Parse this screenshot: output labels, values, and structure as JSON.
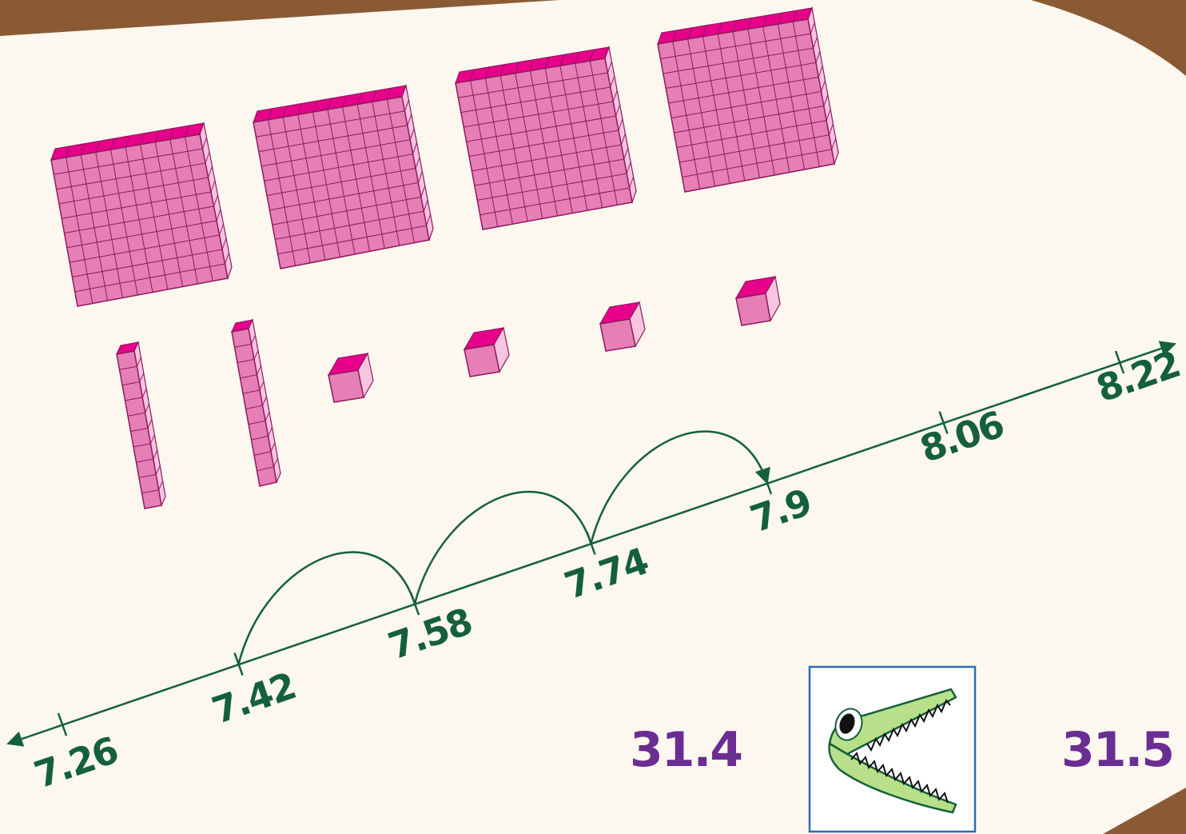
{
  "colors": {
    "background_wood": "#8a5a35",
    "paper": "#fcf7ef",
    "block_face": "#e67fb5",
    "block_top": "#e8008a",
    "block_side": "#f7c5df",
    "block_grid": "#8e1a5e",
    "number_line": "#14603a",
    "compare_numbers": "#6a2d91",
    "box_border": "#2a6eb0",
    "crocodile_body": "#b8e08a"
  },
  "base_ten_blocks": {
    "flats": 4,
    "rods": 2,
    "units": 4
  },
  "number_line": {
    "ticks": [
      "7.26",
      "7.42",
      "7.58",
      "7.74",
      "7.9",
      "8.06",
      "8.22"
    ],
    "jumps": [
      {
        "from": "7.42",
        "to": "7.58"
      },
      {
        "from": "7.58",
        "to": "7.74"
      },
      {
        "from": "7.74",
        "to": "7.9"
      }
    ]
  },
  "comparison": {
    "left": "31.4",
    "right": "31.5",
    "symbol_icon": "crocodile-mouth-icon"
  }
}
